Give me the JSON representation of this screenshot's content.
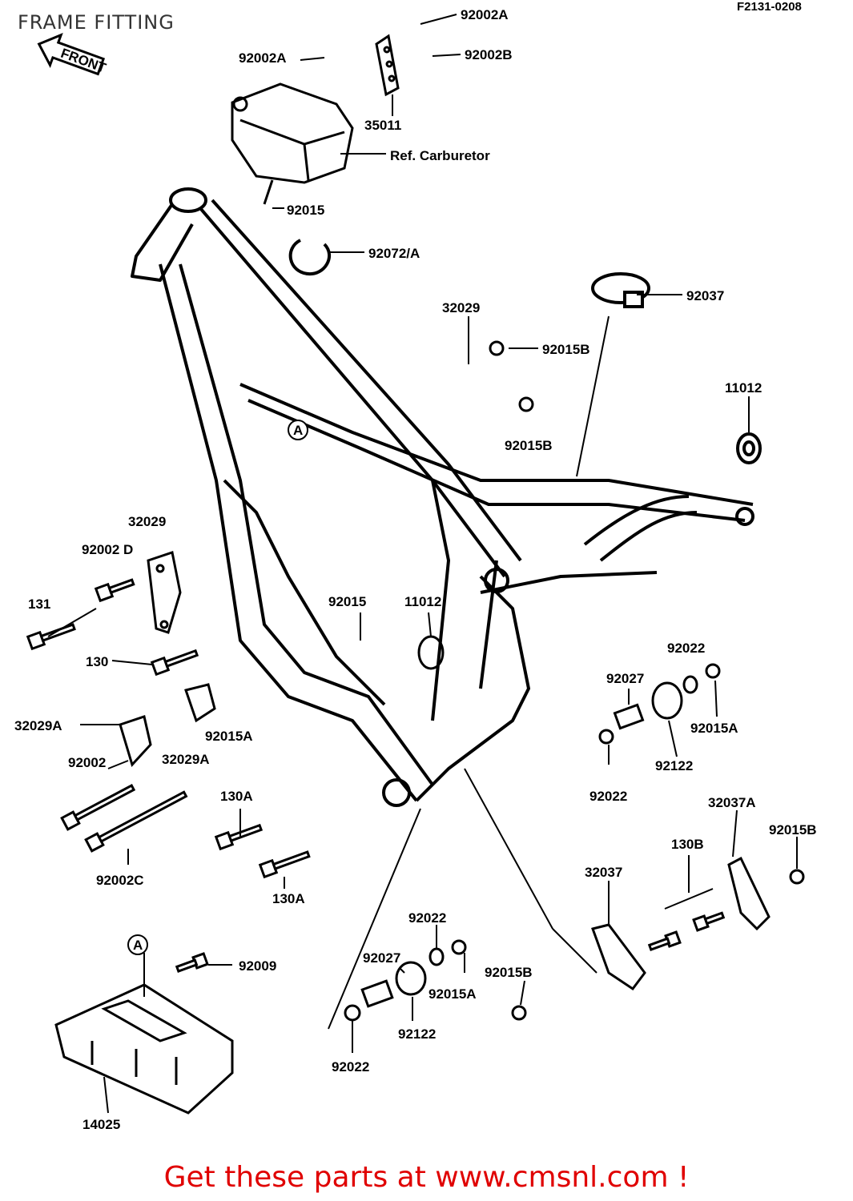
{
  "header": {
    "title": "FRAME FITTING",
    "code": "F2131-0208"
  },
  "front_arrow": {
    "label": "FRONT"
  },
  "circle_markers": [
    "A",
    "A"
  ],
  "parts": [
    {
      "id": "p-92002A-top",
      "text": "92002A"
    },
    {
      "id": "p-92002A-left",
      "text": "92002A"
    },
    {
      "id": "p-92002B",
      "text": "92002B"
    },
    {
      "id": "p-35011",
      "text": "35011"
    },
    {
      "id": "p-ref-carb",
      "text": "Ref. Carburetor"
    },
    {
      "id": "p-92015-top",
      "text": "92015"
    },
    {
      "id": "p-92072A",
      "text": "92072/A"
    },
    {
      "id": "p-92037",
      "text": "92037"
    },
    {
      "id": "p-32029-top",
      "text": "32029"
    },
    {
      "id": "p-92015B-a",
      "text": "92015B"
    },
    {
      "id": "p-92015B-b",
      "text": "92015B"
    },
    {
      "id": "p-11012-right",
      "text": "11012"
    },
    {
      "id": "p-32029-left",
      "text": "32029"
    },
    {
      "id": "p-92002D",
      "text": "92002 D"
    },
    {
      "id": "p-131",
      "text": "131"
    },
    {
      "id": "p-130",
      "text": "130"
    },
    {
      "id": "p-92015-mid",
      "text": "92015"
    },
    {
      "id": "p-11012-mid",
      "text": "11012"
    },
    {
      "id": "p-92022-a",
      "text": "92022"
    },
    {
      "id": "p-92027-a",
      "text": "92027"
    },
    {
      "id": "p-92015A-a",
      "text": "92015A"
    },
    {
      "id": "p-92122-a",
      "text": "92122"
    },
    {
      "id": "p-92022-b",
      "text": "92022"
    },
    {
      "id": "p-32029A-a",
      "text": "32029A"
    },
    {
      "id": "p-92015A-b",
      "text": "92015A"
    },
    {
      "id": "p-32029A-b",
      "text": "32029A"
    },
    {
      "id": "p-92002",
      "text": "92002"
    },
    {
      "id": "p-130A-a",
      "text": "130A"
    },
    {
      "id": "p-92002C",
      "text": "92002C"
    },
    {
      "id": "p-130A-b",
      "text": "130A"
    },
    {
      "id": "p-32037A",
      "text": "32037A"
    },
    {
      "id": "p-92015B-c",
      "text": "92015B"
    },
    {
      "id": "p-130B",
      "text": "130B"
    },
    {
      "id": "p-32037",
      "text": "32037"
    },
    {
      "id": "p-92022-c",
      "text": "92022"
    },
    {
      "id": "p-92027-b",
      "text": "92027"
    },
    {
      "id": "p-92015A-c",
      "text": "92015A"
    },
    {
      "id": "p-92015B-d",
      "text": "92015B"
    },
    {
      "id": "p-92009",
      "text": "92009"
    },
    {
      "id": "p-92122-b",
      "text": "92122"
    },
    {
      "id": "p-92022-d",
      "text": "92022"
    },
    {
      "id": "p-14025",
      "text": "14025"
    }
  ],
  "footer": {
    "cta": "Get these parts at www.cmsnl.com !",
    "cta_color": "#e00000"
  }
}
